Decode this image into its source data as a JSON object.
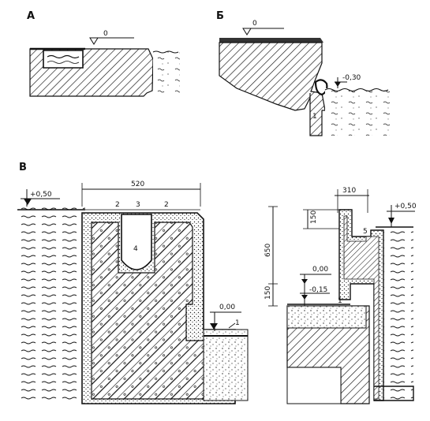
{
  "panels": {
    "a": {
      "letter": "А",
      "level": "0"
    },
    "b": {
      "letter": "Б",
      "level_top": "0",
      "level_water": "-0,30"
    },
    "v": {
      "letter": "В",
      "left": {
        "level_top": "+0,50",
        "width": "520",
        "parts": [
          "2",
          "3",
          "2"
        ],
        "gutter_num": "4",
        "level_deck": "0,00",
        "mark_1": "1"
      },
      "right": {
        "width": "310",
        "level_top": "+0,50",
        "dim_top": "150",
        "dim_height": "650",
        "dim_bottom": "150",
        "level_0": "0,00",
        "level_m015": "-0,15",
        "mark_1": "1",
        "mark_5": "5"
      }
    }
  },
  "colors": {
    "ink": "#111111",
    "paper": "#ffffff"
  }
}
